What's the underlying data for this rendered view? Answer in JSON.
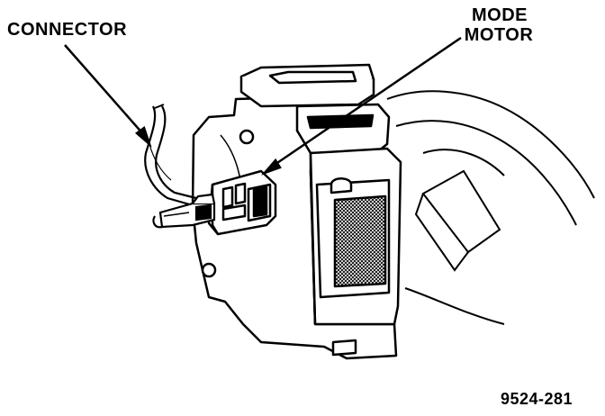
{
  "labels": {
    "connector": "CONNECTOR",
    "mode_line1": "MODE",
    "mode_line2": "MOTOR",
    "figure_id": "9524-281"
  },
  "colors": {
    "ink": "#000000",
    "paper": "#ffffff"
  }
}
